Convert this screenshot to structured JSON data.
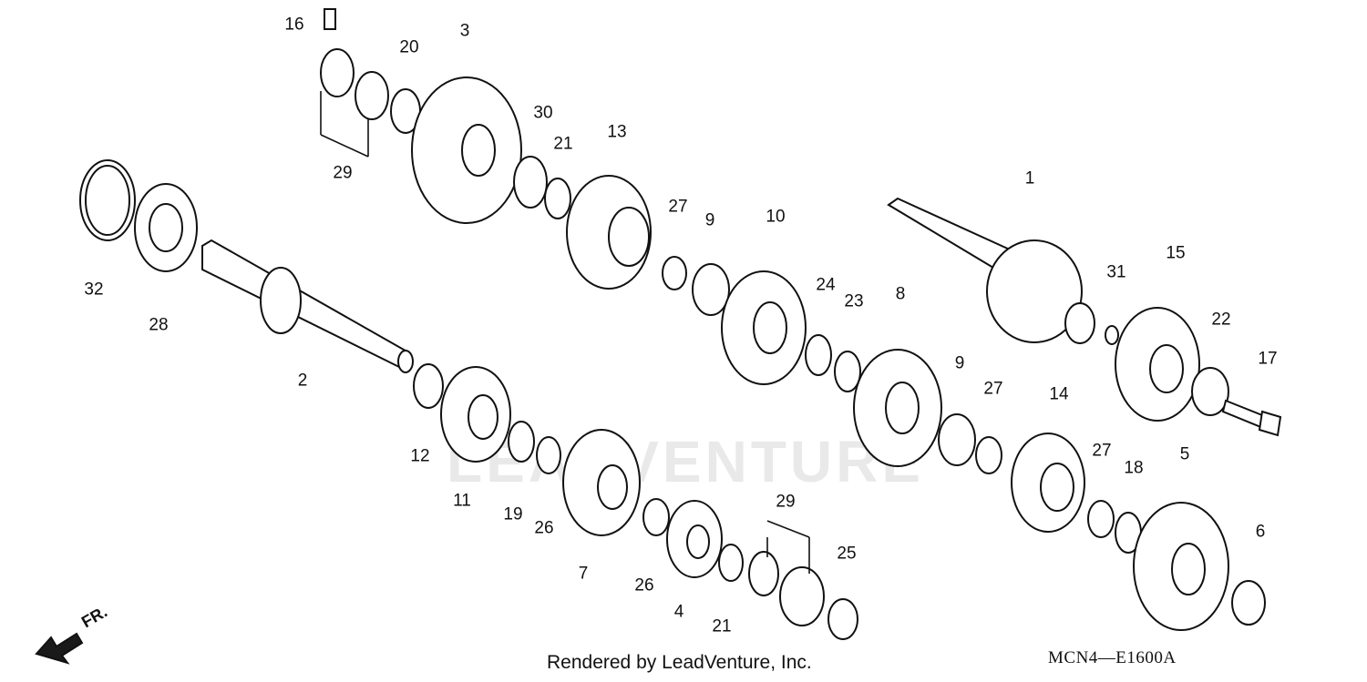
{
  "diagram": {
    "watermark_text": "LEADVENTURE",
    "credit": "Rendered by LeadVenture, Inc.",
    "diagram_code": "MCN4—E1600A",
    "direction_label": "FR.",
    "callouts": [
      "1",
      "2",
      "3",
      "4",
      "5",
      "6",
      "7",
      "8",
      "9",
      "9",
      "10",
      "11",
      "12",
      "13",
      "14",
      "15",
      "16",
      "17",
      "18",
      "19",
      "20",
      "21",
      "21",
      "22",
      "23",
      "24",
      "25",
      "26",
      "26",
      "27",
      "27",
      "27",
      "28",
      "29",
      "29",
      "30",
      "31",
      "32"
    ]
  }
}
